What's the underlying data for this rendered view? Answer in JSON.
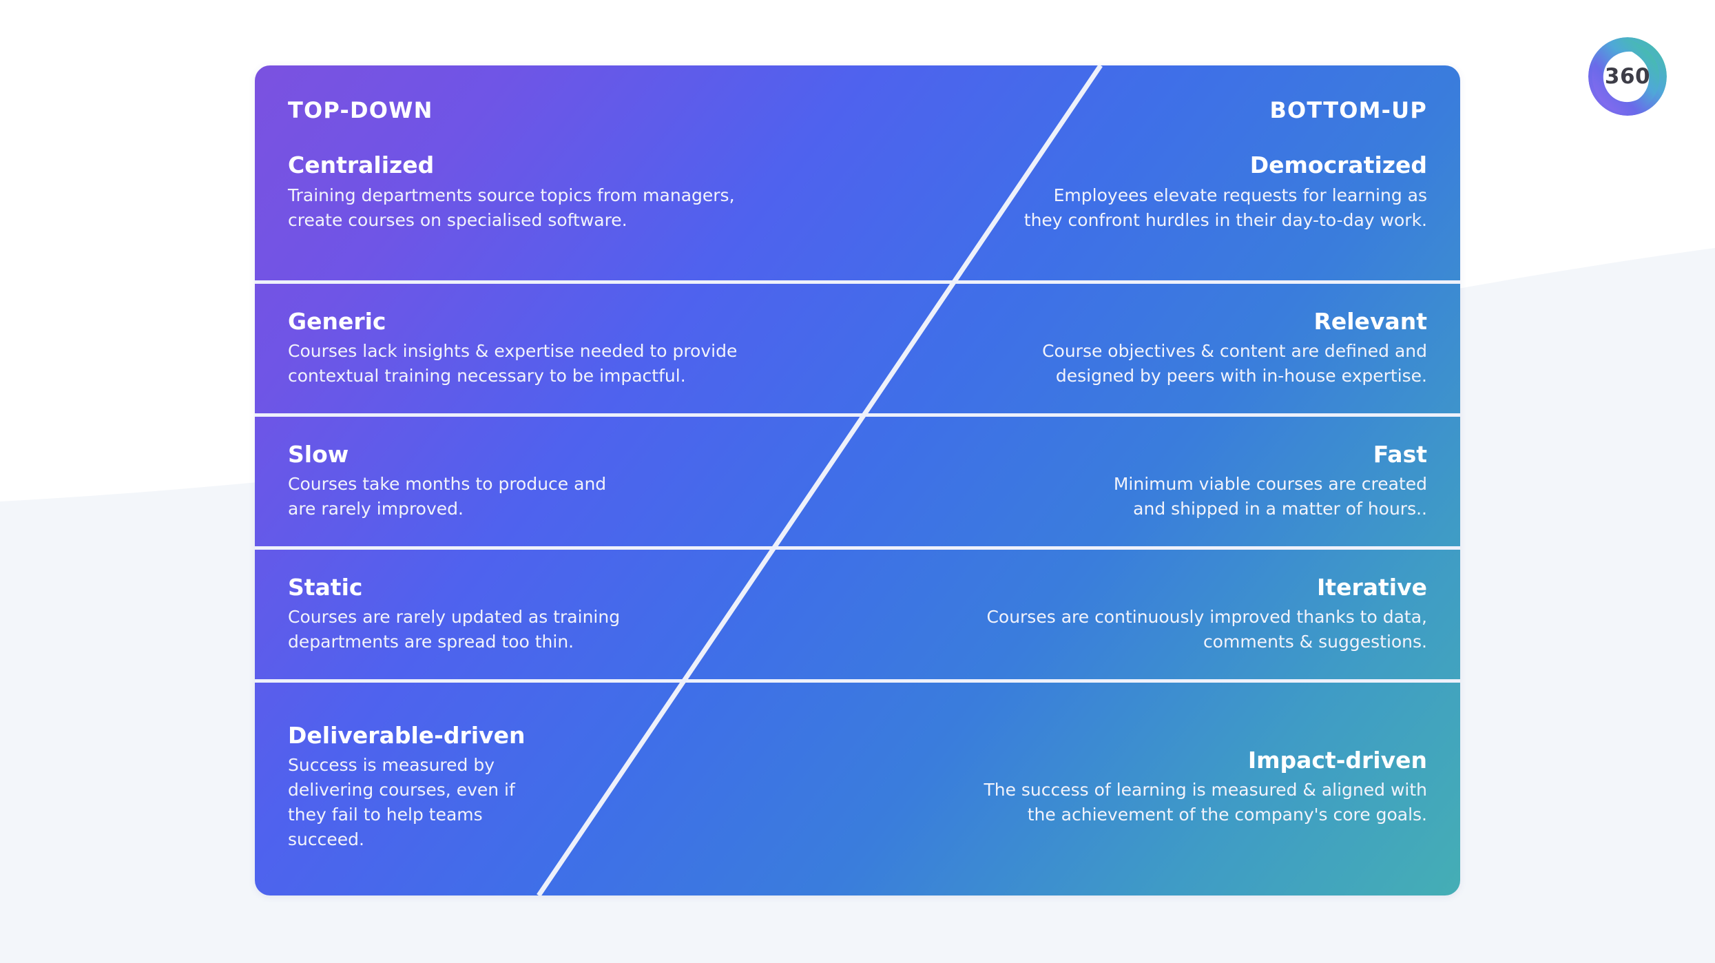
{
  "brand": {
    "badge_label": "360",
    "icon": "ring-logo-icon",
    "gradient_from": "#6f5ae8",
    "gradient_to": "#43b79f"
  },
  "card": {
    "gradient_top_left": "#7b52e0",
    "gradient_mid": "#3f6fe8",
    "gradient_bottom_right": "#45aeb5",
    "divider_color": "#eef1fb"
  },
  "columns": {
    "left_kicker": "TOP-DOWN",
    "right_kicker": "BOTTOM-UP"
  },
  "rows": [
    {
      "left": {
        "title": "Centralized",
        "desc_lines": [
          "Training departments source topics from managers,",
          "create courses on specialised software."
        ]
      },
      "right": {
        "title": "Democratized",
        "desc_lines": [
          "Employees elevate requests for learning as",
          "they confront hurdles in their day-to-day work."
        ]
      }
    },
    {
      "left": {
        "title": "Generic",
        "desc_lines": [
          "Courses lack insights & expertise needed to provide",
          "contextual training necessary to be impactful."
        ]
      },
      "right": {
        "title": "Relevant",
        "desc_lines": [
          "Course objectives & content are defined and",
          "designed by peers with in-house expertise."
        ]
      }
    },
    {
      "left": {
        "title": "Slow",
        "desc_lines": [
          "Courses take months to produce and",
          "are rarely improved."
        ]
      },
      "right": {
        "title": "Fast",
        "desc_lines": [
          "Minimum viable courses are created",
          "and shipped in a matter of hours.."
        ]
      }
    },
    {
      "left": {
        "title": "Static",
        "desc_lines": [
          "Courses are rarely updated as training",
          "departments are spread too thin."
        ]
      },
      "right": {
        "title": "Iterative",
        "desc_lines": [
          "Courses are continuously improved thanks to data,",
          "comments & suggestions."
        ]
      }
    },
    {
      "left": {
        "title": "Deliverable-driven",
        "desc_lines": [
          "Success is measured by",
          "delivering courses, even if",
          "they fail to help teams",
          "succeed."
        ]
      },
      "right": {
        "title": "Impact-driven",
        "desc_lines": [
          "The success of learning is measured & aligned with",
          "the achievement of the company's core goals."
        ]
      }
    }
  ]
}
